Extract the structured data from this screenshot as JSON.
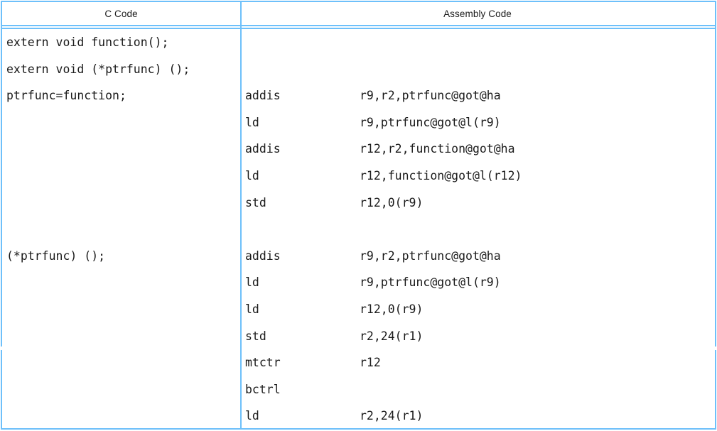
{
  "table": {
    "headers": {
      "c_code": "C Code",
      "assembly_code": "Assembly Code"
    },
    "colors": {
      "border": "#6ec0fa",
      "text": "#1a1a1a",
      "background": "#ffffff"
    },
    "c_code_lines": [
      "extern void function();",
      "extern void (*ptrfunc) ();",
      "ptrfunc=function;",
      "",
      "",
      "",
      "",
      "",
      "(*ptrfunc) ();",
      "",
      "",
      "",
      "",
      "",
      ""
    ],
    "assembly_lines": [
      {
        "mnemonic": "",
        "operands": ""
      },
      {
        "mnemonic": "",
        "operands": ""
      },
      {
        "mnemonic": "addis",
        "operands": "r9,r2,ptrfunc@got@ha"
      },
      {
        "mnemonic": "ld",
        "operands": "r9,ptrfunc@got@l(r9)"
      },
      {
        "mnemonic": "addis",
        "operands": "r12,r2,function@got@ha"
      },
      {
        "mnemonic": "ld",
        "operands": "r12,function@got@l(r12)"
      },
      {
        "mnemonic": "std",
        "operands": "r12,0(r9)"
      },
      {
        "mnemonic": "",
        "operands": ""
      },
      {
        "mnemonic": "addis",
        "operands": "r9,r2,ptrfunc@got@ha"
      },
      {
        "mnemonic": "ld",
        "operands": "r9,ptrfunc@got@l(r9)"
      },
      {
        "mnemonic": "ld",
        "operands": "r12,0(r9)"
      },
      {
        "mnemonic": "std",
        "operands": "r2,24(r1)"
      },
      {
        "mnemonic": "mtctr",
        "operands": "r12"
      },
      {
        "mnemonic": "bctrl",
        "operands": ""
      },
      {
        "mnemonic": "ld",
        "operands": "r2,24(r1)"
      }
    ]
  }
}
